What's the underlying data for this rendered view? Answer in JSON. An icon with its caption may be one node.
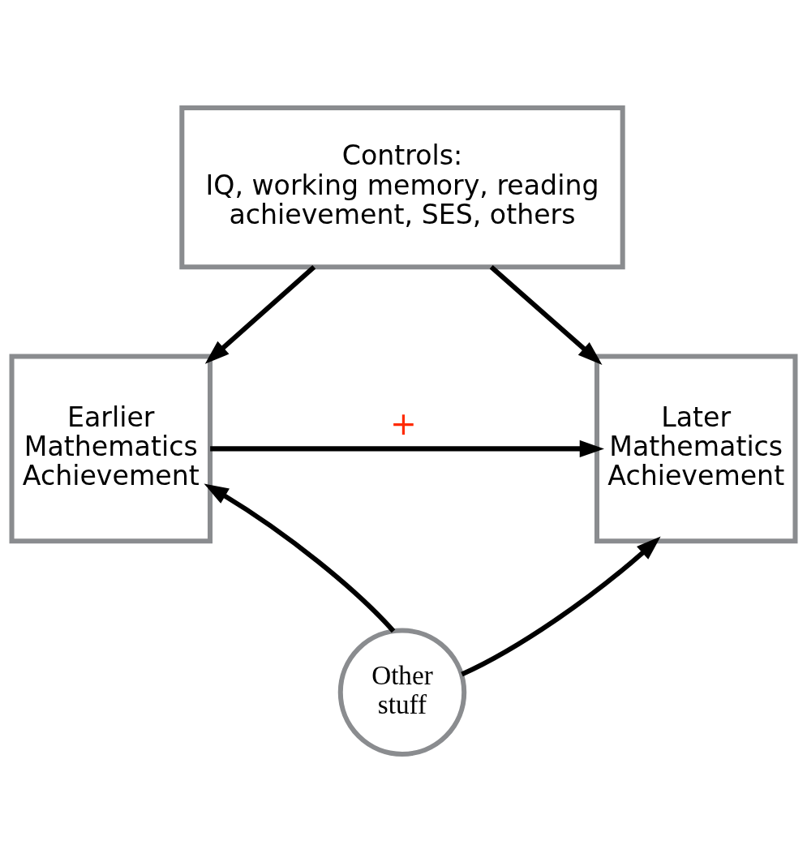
{
  "diagram": {
    "nodes": [
      {
        "text": [
          "Controls:",
          "IQ, working memory, reading achievement, SES, others"
        ]
      },
      {
        "text": [
          "Earlier Mathematics Achievement"
        ]
      },
      {
        "text": [
          "Later Mathematics Achievement"
        ]
      },
      {
        "text": [
          "Other stuff"
        ]
      }
    ],
    "edges": [
      {
        "from": 0,
        "to": 1,
        "arrow": "to"
      },
      {
        "from": 0,
        "to": 2,
        "arrow": "to"
      },
      {
        "from": 1,
        "to": 2,
        "arrow": "to",
        "label": "+"
      },
      {
        "from": 3,
        "to": 1,
        "arrow": "to"
      },
      {
        "from": 3,
        "to": 2,
        "arrow": "to"
      }
    ]
  }
}
